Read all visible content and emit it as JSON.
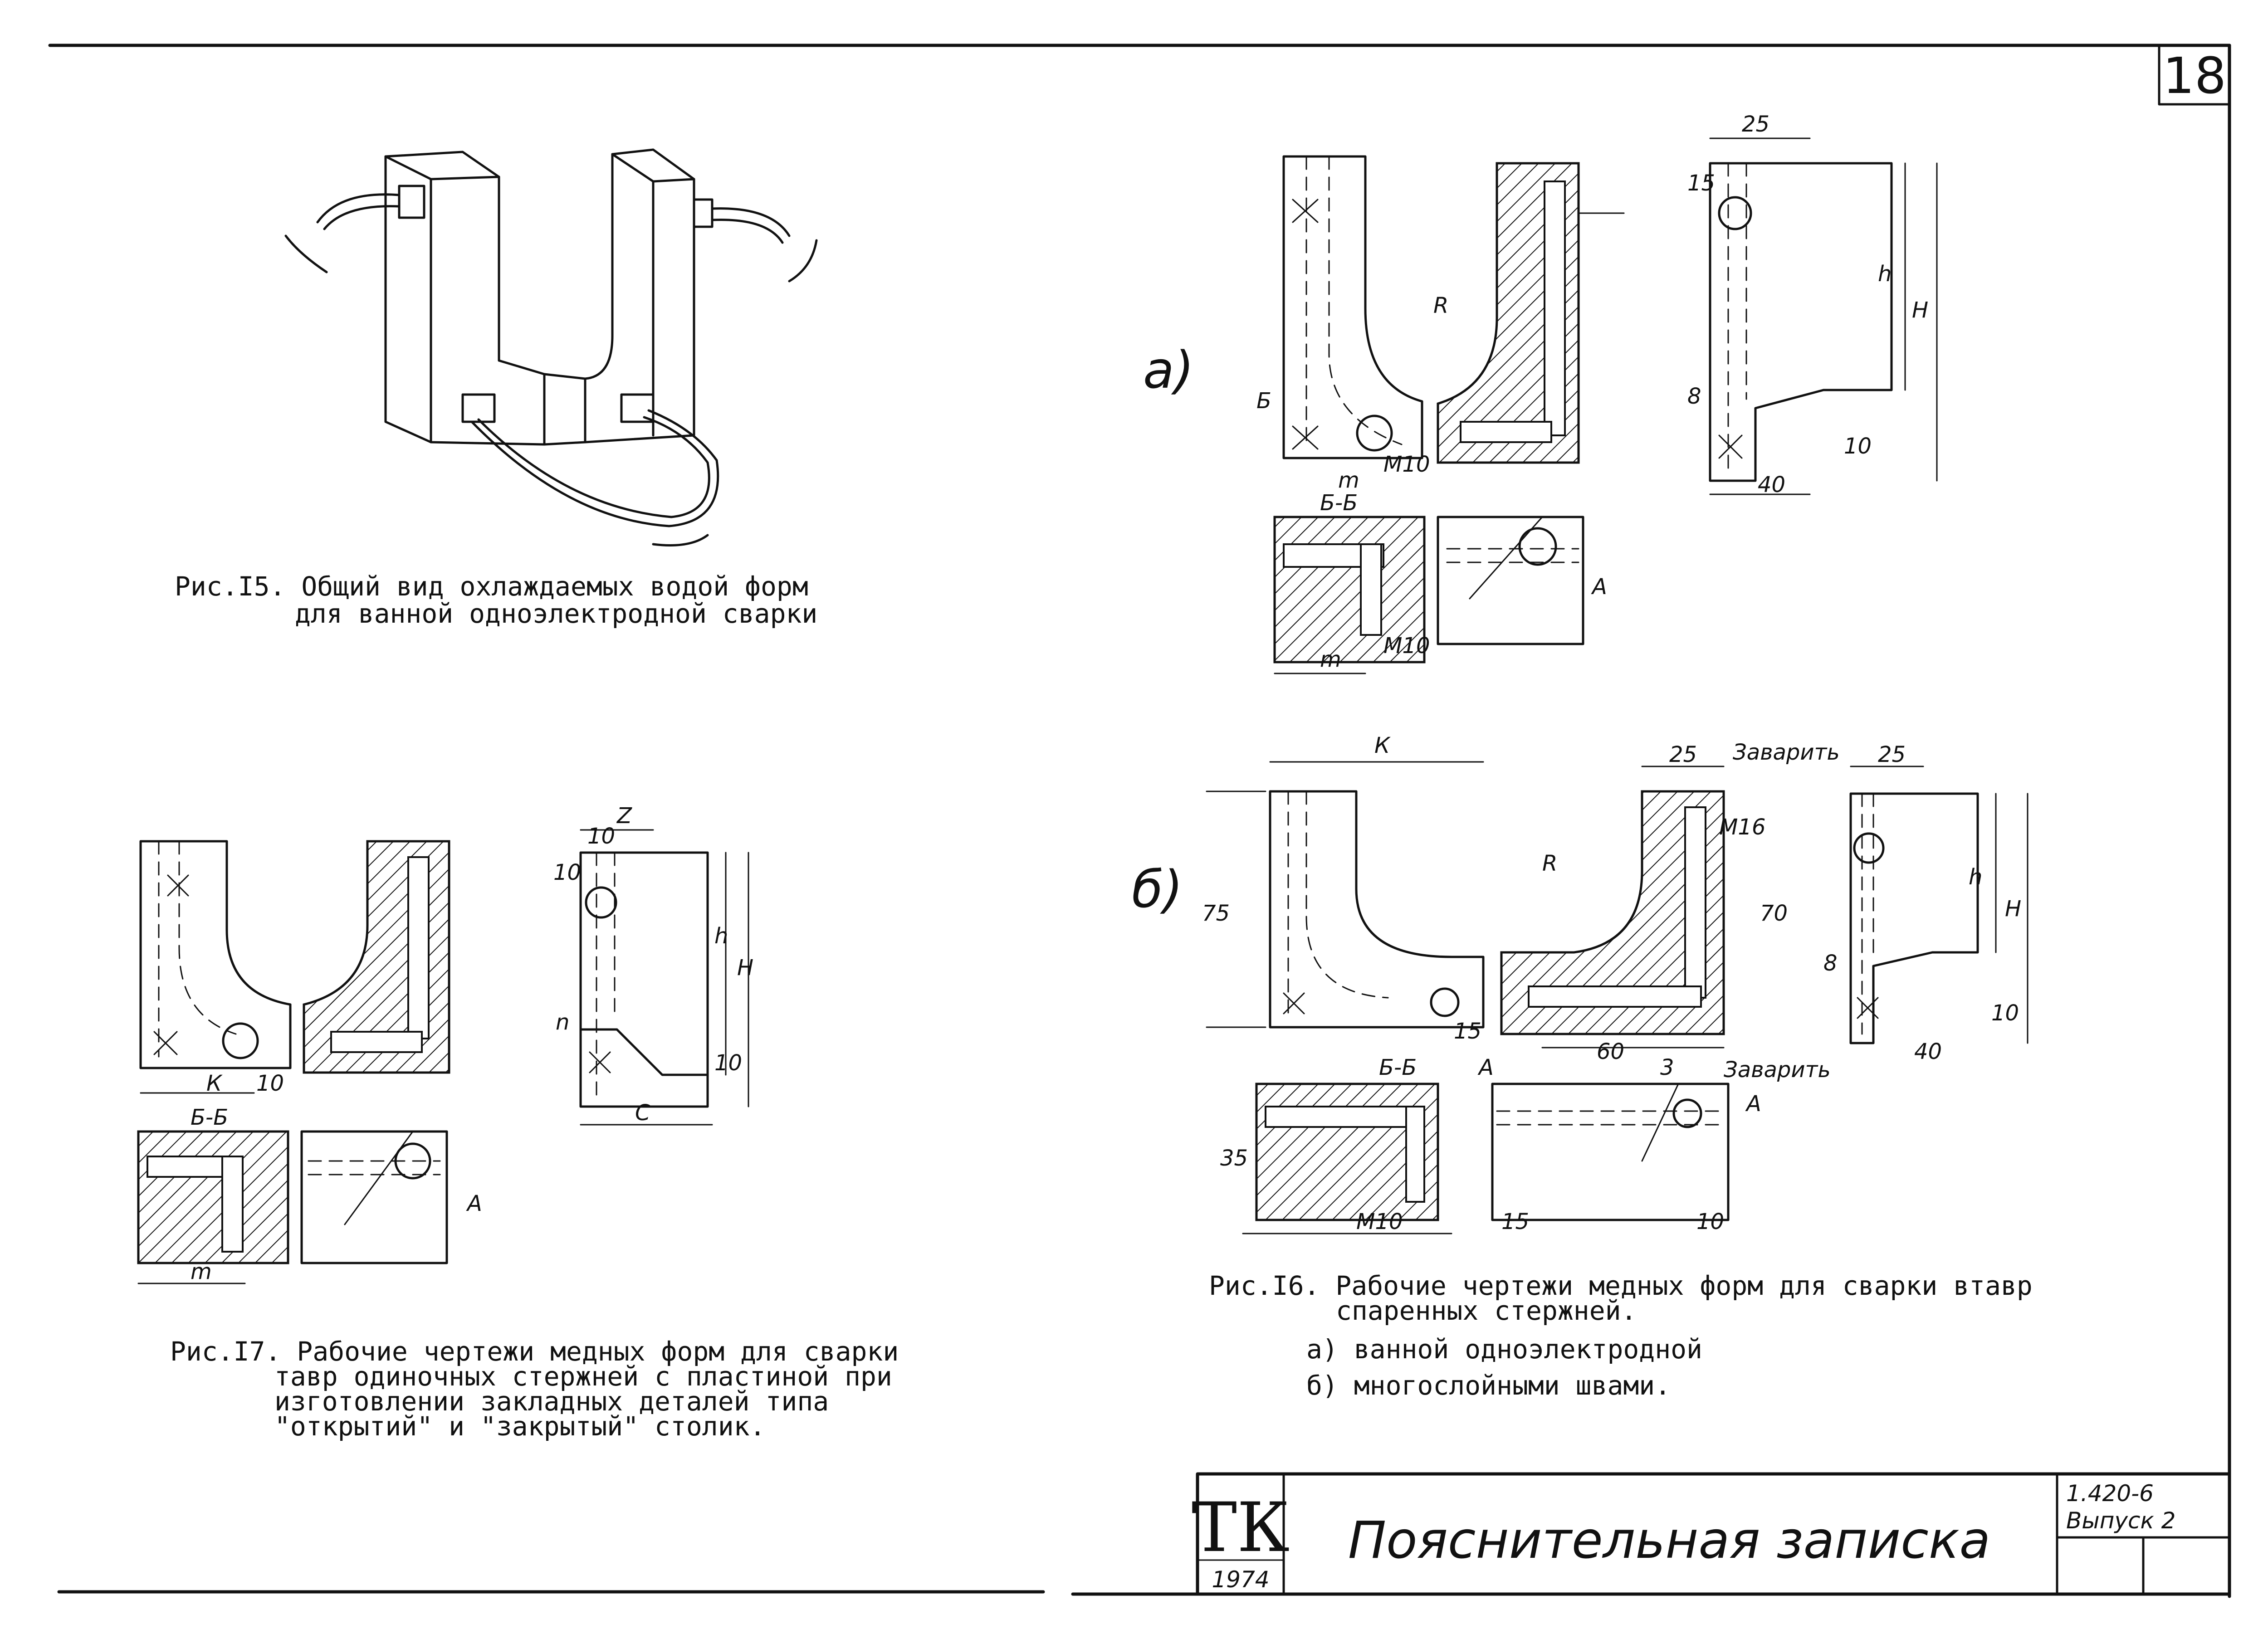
{
  "sheet": {
    "page_number": "18",
    "title_block": {
      "logo": "ТК",
      "year": "1974",
      "title": "Пояснительная записка",
      "code": "1.420-6",
      "issue": "Выпуск 2"
    }
  },
  "fig15": {
    "caption_line1": "Рис.І5. Общий вид охлаждаемых водой форм",
    "caption_line2": "для ванной одноэлектродной сварки"
  },
  "fig16": {
    "caption_line1": "Рис.І6. Рабочие чертежи медных форм для сварки втавр",
    "caption_line2": "спаренных стержней.",
    "item_a": "а) ванной одноэлектродной",
    "item_b": "б) многослойными швами.",
    "label_a": "а)",
    "label_b": "б)",
    "dims_a": {
      "d25": "25",
      "d15": "15",
      "h": "h",
      "H": "H",
      "R": "R",
      "b": "Б",
      "m": "m",
      "m10": "М10",
      "d8": "8",
      "d10": "10",
      "d40": "40",
      "sec": "Б-Б",
      "A": "А"
    },
    "dims_b": {
      "K": "К",
      "d25a": "25",
      "d25b": "25",
      "zavarit1": "Заварить",
      "zavarit2": "Заварить",
      "R": "R",
      "d75": "75",
      "d70": "70",
      "m16": "М16",
      "h": "h",
      "H": "H",
      "d8": "8",
      "d15": "15",
      "d60": "60",
      "d10": "10",
      "d40": "40",
      "sec": "Б-Б",
      "A1": "А",
      "A2": "А",
      "d35": "35",
      "m10": "М10",
      "d15b": "15",
      "d10b": "10",
      "d3": "3"
    }
  },
  "fig17": {
    "caption_line1": "Рис.І7. Рабочие чертежи медных форм для сварки",
    "caption_line2": "тавр одиночных стержней с пластиной при",
    "caption_line3": "изготовлении закладных деталей типа",
    "caption_line4": "\"открытий\" и \"закрытый\" столик.",
    "dims": {
      "K": "К",
      "d10": "10",
      "sec": "Б-Б",
      "m": "m",
      "Z": "Z",
      "d10b": "10",
      "d10c": "10",
      "h": "h",
      "H": "H",
      "n": "n",
      "C": "C",
      "d10d": "10",
      "A": "А"
    }
  }
}
